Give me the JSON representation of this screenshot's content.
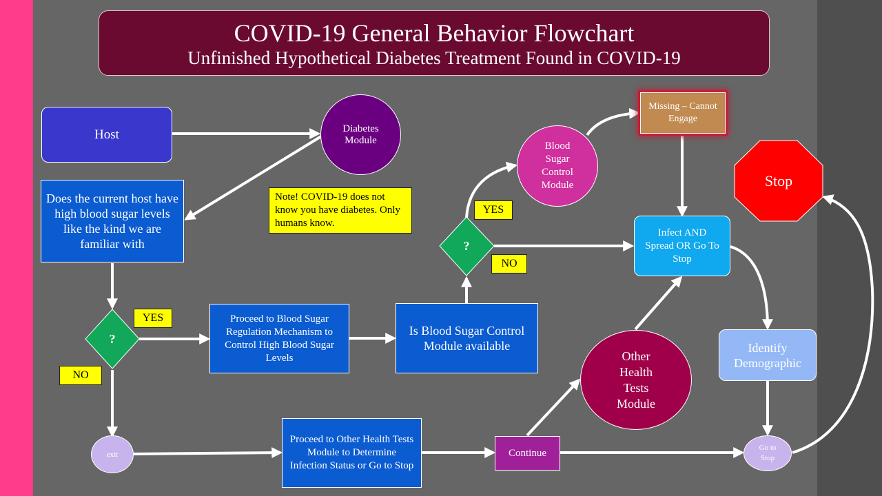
{
  "header": {
    "title": "COVID-19 General Behavior Flowchart",
    "subtitle": "Unfinished Hypothetical Diabetes Treatment Found in COVID-19"
  },
  "nodes": {
    "host": "Host",
    "diabetes_module": "Diabetes Module",
    "question_high_sugar": "Does the current host have high blood sugar levels like the kind we are familiar with",
    "decision_1": "?",
    "decision_2": "?",
    "yes_1": "YES",
    "no_1": "NO",
    "yes_2": "YES",
    "no_2": "NO",
    "note": "Note! COVID-19 does not know you have diabetes. Only humans know.",
    "proceed_regulation": "Proceed to Blood Sugar Regulation Mechanism to Control High Blood Sugar Levels",
    "is_module_available": "Is Blood Sugar Control Module available",
    "blood_sugar_control_module": "Blood Sugar Control Module",
    "missing": "Missing – Cannot Engage",
    "stop": "Stop",
    "infect_spread": "Infect AND Spread OR Go To Stop",
    "identify_demographic": "Identify Demographic",
    "other_health_tests": "Other Health Tests Module",
    "exit": "exit",
    "proceed_other_tests": "Proceed to Other Health Tests Module to Determine Infection Status or Go to Stop",
    "continue": "Continue",
    "go_to_stop": "Go to Stop"
  },
  "colors": {
    "background": "#666666",
    "left_strip": "#ff3b8b",
    "right_strip": "#4f4f4f",
    "banner": "#6a0a30",
    "box_blue": "#0b5bd1",
    "host": "#3a38cc",
    "diabetes_module": "#6a0080",
    "decision": "#12a85a",
    "note": "#ffff00",
    "blood_sugar_module": "#d02f9e",
    "missing": "#c08a50",
    "stop": "#ff0000",
    "infect": "#10a8ee",
    "identify": "#94b8f6",
    "other_tests": "#a0004a",
    "exit": "#c8b4ec",
    "continue": "#a0209a"
  }
}
